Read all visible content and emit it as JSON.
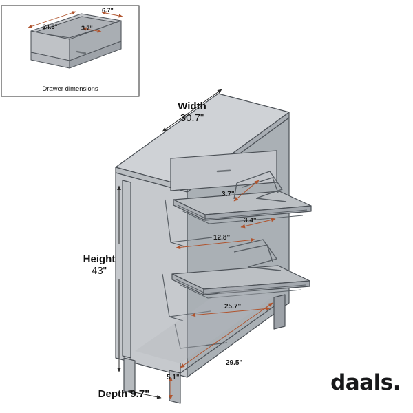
{
  "page": {
    "background": "#ffffff",
    "line_color": "#4a4f55",
    "fill_light": "#c9ccd0",
    "fill_mid": "#b3b7bc",
    "fill_dark": "#9aa0a6",
    "dim_line_color": "#b0542e"
  },
  "inset": {
    "caption": "Drawer dimensions",
    "dims": {
      "length": "24.6\"",
      "width": "3.7\"",
      "depth": "6.7\""
    }
  },
  "main": {
    "width_label": "Width",
    "width_value": "30.7\"",
    "height_label": "Height",
    "height_value": "43\"",
    "depth_label": "Depth 9.7\"",
    "internal_dims": {
      "drawer_front_height": "3.7\"",
      "flap_gap": "3.4\"",
      "flap_depth": "12.8\"",
      "flap_width": "25.7\"",
      "base_width": "29.5\"",
      "leg_height": "5.1\""
    }
  },
  "brand": {
    "name": "daals",
    "dot": "."
  }
}
